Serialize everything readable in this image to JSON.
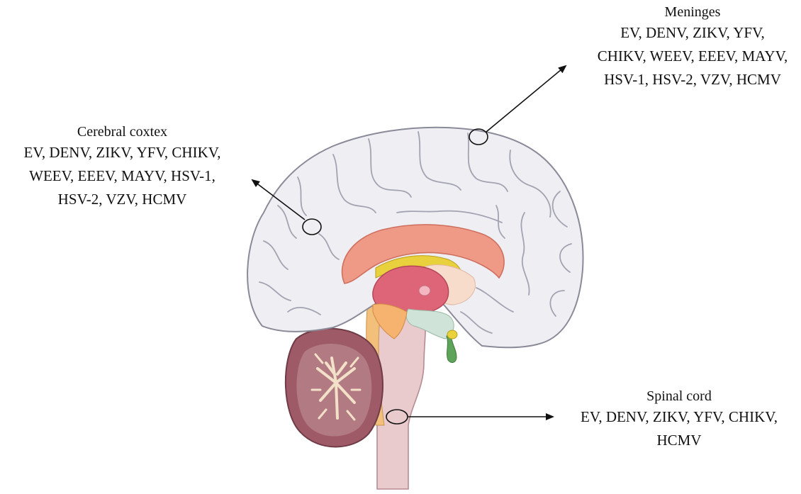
{
  "labels": {
    "meninges": {
      "title": "Meninges",
      "lines": [
        "EV, DENV, ZIKV, YFV,",
        "CHIKV, WEEV, EEEV, MAYV,",
        "HSV-1, HSV-2, VZV, HCMV"
      ]
    },
    "cerebral_cortex": {
      "title": "Cerebral coxtex",
      "lines": [
        "EV, DENV, ZIKV, YFV, CHIKV,",
        "WEEV, EEEV, MAYV, HSV-1,",
        "HSV-2, VZV, HCMV"
      ]
    },
    "spinal_cord": {
      "title": "Spinal cord",
      "lines": [
        "EV, DENV, ZIKV, YFV, CHIKV,",
        "HCMV"
      ]
    }
  },
  "colors": {
    "cortex_fill": "#eeeef3",
    "cortex_stroke": "#8a8a99",
    "corpus_callosum": "#ef9a86",
    "thalamus": "#dd6577",
    "fornix_yellow": "#e9d23a",
    "hypothalamus": "#f5b36f",
    "brainstem": "#e8c9cd",
    "cerebellum": "#9e5a67",
    "cerebellum_inner": "#f0d9c2",
    "pituitary": "#5ea35a"
  }
}
